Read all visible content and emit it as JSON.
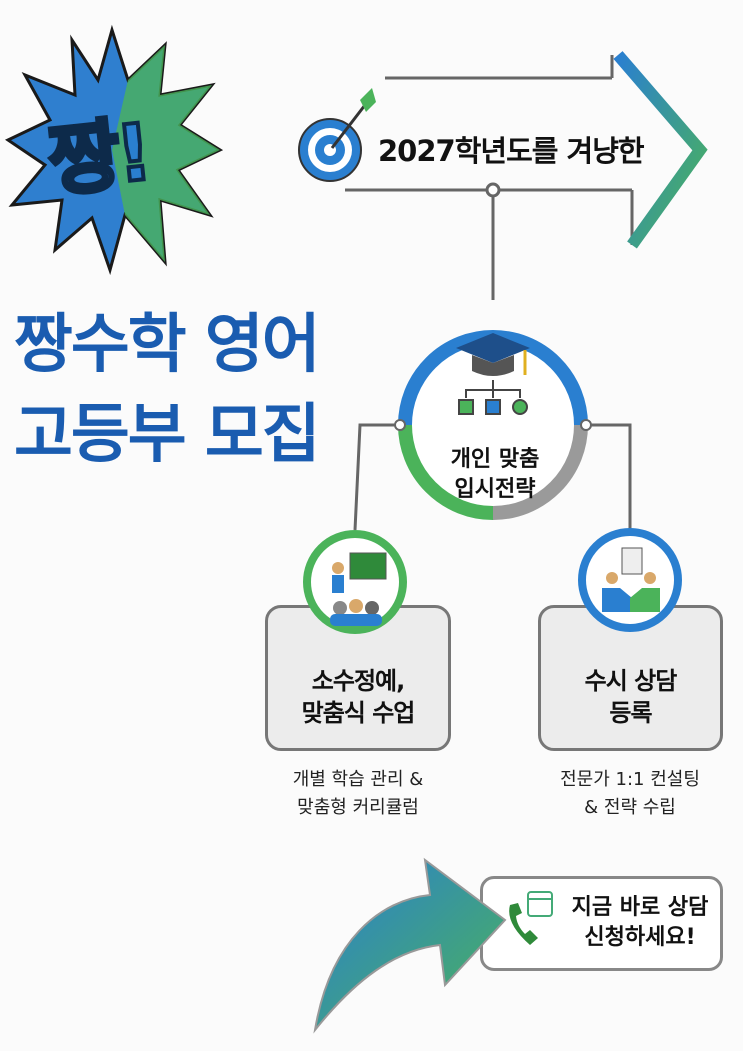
{
  "burst": {
    "text": "짱!"
  },
  "title": {
    "line1": "짱수학 영어",
    "line2": "고등부 모집"
  },
  "headline": {
    "text": "2027학년도를 겨냥한"
  },
  "center_node": {
    "line1": "개인 맞춤",
    "line2": "입시전략"
  },
  "left_node": {
    "line1": "소수정예,",
    "line2": "맞춤식 수업",
    "caption1": "개별 학습 관리 &",
    "caption2": "맞춤형 커리큘럼"
  },
  "right_node": {
    "line1": "수시 상담",
    "line2": "등록",
    "caption1": "전문가 1:1 컨설팅",
    "caption2": "& 전략 수립"
  },
  "cta": {
    "line1": "지금 바로 상담",
    "line2": "신청하세요!"
  },
  "colors": {
    "blue": "#2a7fd0",
    "green": "#4bb35a",
    "gray": "#9a9a9a",
    "title_blue": "#1a5cb0"
  }
}
